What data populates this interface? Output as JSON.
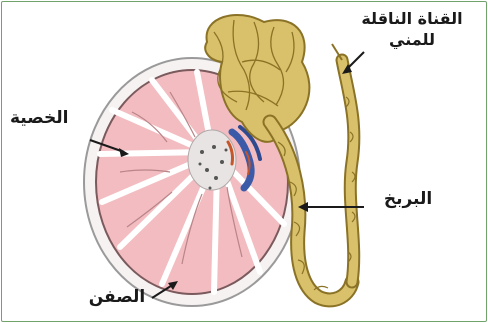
{
  "labels": {
    "vas_deferens_line1": "القناة الناقلة",
    "vas_deferens_line2": "للمني",
    "testis": "الخصية",
    "epididymis": "البربخ",
    "scrotum": "الصفن"
  },
  "colors": {
    "frame": "#6fa36a",
    "lobule_fill": "#f2bcc0",
    "septum": "#ffffff",
    "capsule": "#c9c9c9",
    "epididymis": "#d9c06a",
    "epididymis_outline": "#8a7226",
    "vessels_blue": "#3b5aa8",
    "vessels_red": "#c7552a",
    "leader_lines": "#1a1a1a"
  }
}
